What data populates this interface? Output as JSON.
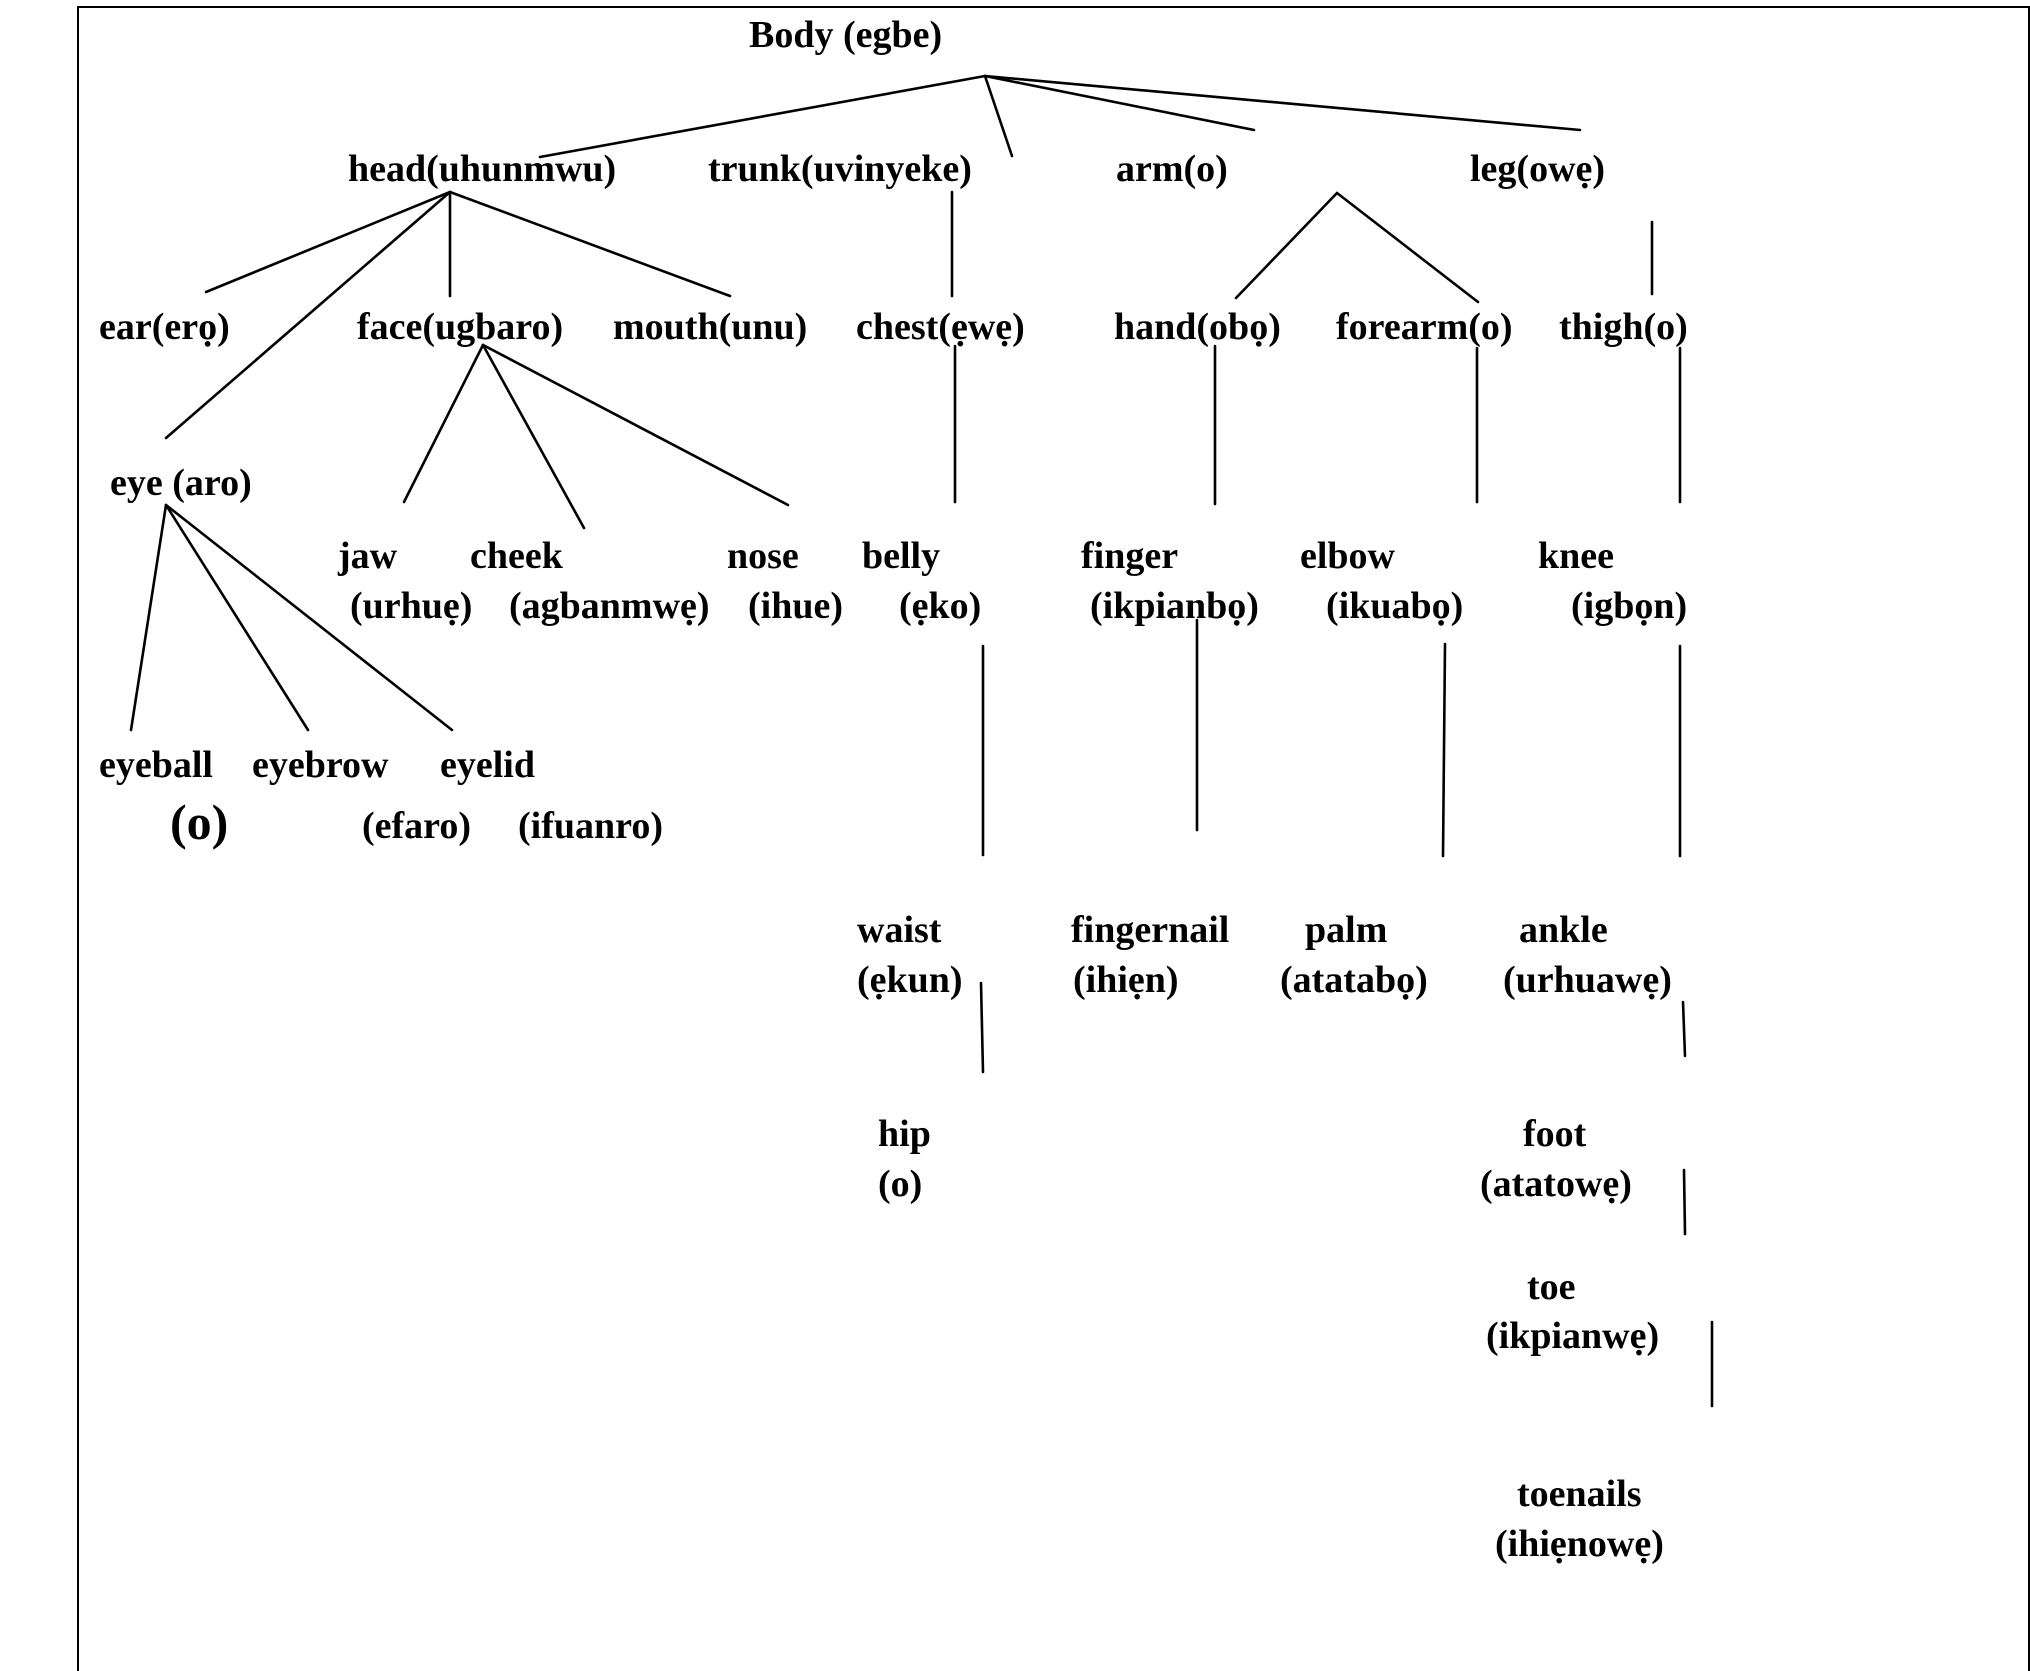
{
  "diagram": {
    "nodes": {
      "body": "Body (egbe)",
      "head": "head(uhunmwu)",
      "trunk": "trunk(uvinyeke)",
      "arm": "arm(o)",
      "leg": "leg(owẹ)",
      "ear": "ear(erọ)",
      "face": "face(ugbaro)",
      "mouth": "mouth(unu)",
      "chest": "chest(ẹwẹ)",
      "hand": "hand(obọ)",
      "forearm": "forearm(o)",
      "thigh": "thigh(o)",
      "eye": "eye (aro)",
      "jaw": {
        "word": "jaw",
        "gloss": "(urhuẹ)"
      },
      "cheek": {
        "word": "cheek",
        "gloss": "(agbanmwẹ)"
      },
      "nose": {
        "word": "nose",
        "gloss": "(ihue)"
      },
      "belly": {
        "word": "belly",
        "gloss": "(ẹko)"
      },
      "finger": {
        "word": "finger",
        "gloss": "(ikpianbọ)"
      },
      "elbow": {
        "word": "elbow",
        "gloss": "(ikuabọ)"
      },
      "knee": {
        "word": "knee",
        "gloss": "(igbọn)"
      },
      "eyeball": {
        "word": "eyeball",
        "gloss": "(o)"
      },
      "eyebrow": {
        "word": "eyebrow",
        "gloss": "(efaro)"
      },
      "eyelid": {
        "word": "eyelid",
        "gloss": "(ifuanro)"
      },
      "waist": {
        "word": "waist",
        "gloss": "(ẹkun)"
      },
      "fingernail": {
        "word": "fingernail",
        "gloss": "(ihiẹn)"
      },
      "palm": {
        "word": "palm",
        "gloss": "(atatabọ)"
      },
      "ankle": {
        "word": "ankle",
        "gloss": "(urhuawẹ)"
      },
      "hip": {
        "word": "hip",
        "gloss": "(o)"
      },
      "foot": {
        "word": "foot",
        "gloss": "(atatowẹ)"
      },
      "toe": {
        "word": "toe",
        "gloss": "(ikpianwẹ)"
      },
      "toenails": {
        "word": "toenails",
        "gloss": "(ihiẹnowẹ)"
      }
    }
  }
}
